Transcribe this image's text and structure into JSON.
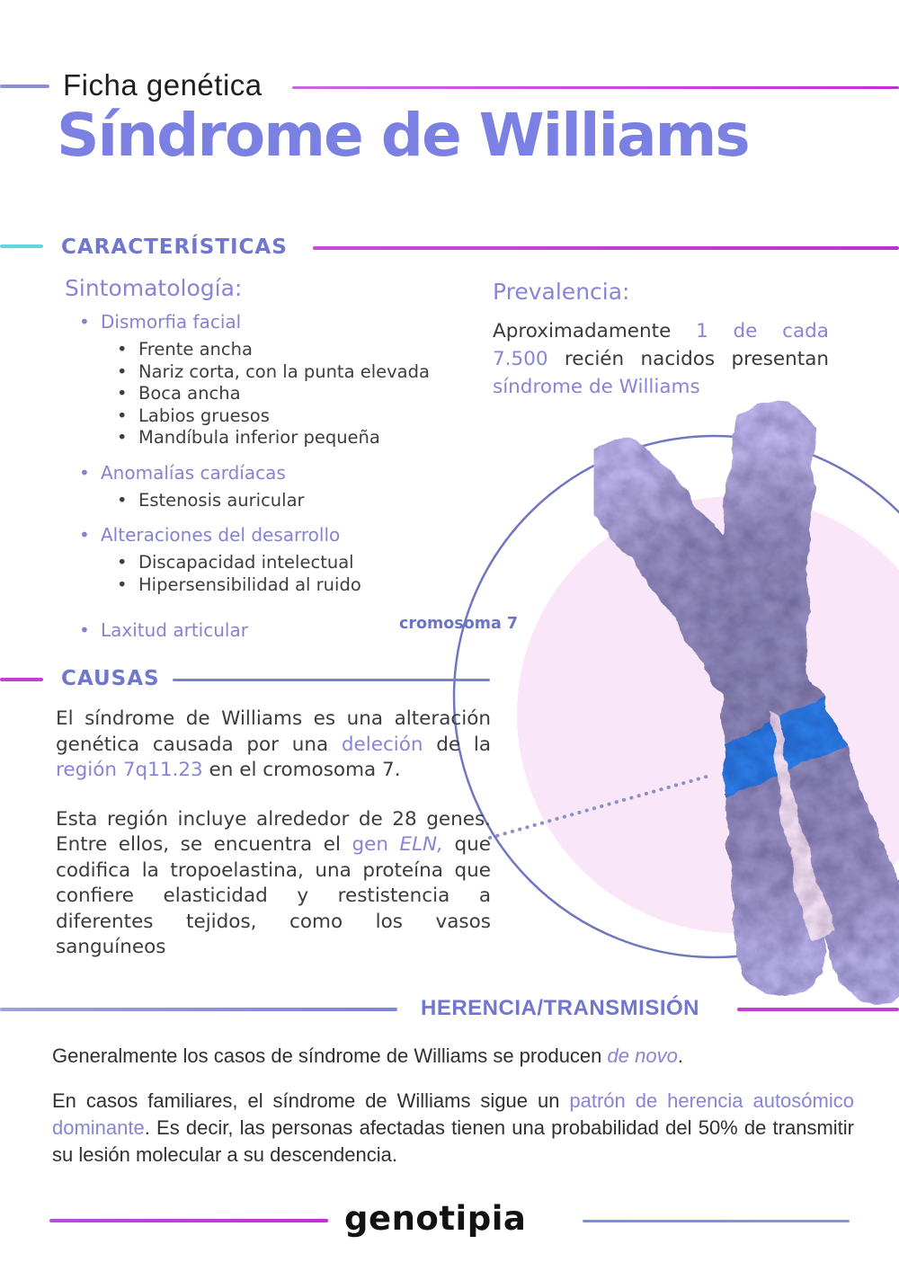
{
  "header": {
    "eyebrow": "Ficha genética",
    "title": "Síndrome de Williams"
  },
  "sections": {
    "caracteristicas": "CARACTERÍSTICAS",
    "causas": "CAUSAS",
    "herencia": "HERENCIA/TRANSMISIÓN"
  },
  "sintomatologia": {
    "label": "Sintomatología:",
    "groups": [
      {
        "label": "Dismorfia facial",
        "items": [
          "Frente ancha",
          "Nariz corta, con la punta elevada",
          "Boca ancha",
          "Labios gruesos",
          "Mandíbula inferior pequeña"
        ]
      },
      {
        "label": "Anomalías cardíacas",
        "items": [
          "Estenosis auricular"
        ]
      },
      {
        "label": "Alteraciones del desarrollo",
        "items": [
          "Discapacidad intelectual",
          "Hipersensibilidad al ruido"
        ]
      },
      {
        "label": "Laxitud articular",
        "items": []
      }
    ]
  },
  "prevalencia": {
    "label": "Prevalencia:",
    "segments": [
      {
        "t": "Aproximadamente "
      },
      {
        "t": "1 de cada 7.500",
        "hl": true
      },
      {
        "t": " recién nacidos presentan "
      },
      {
        "t": "síndrome de Williams",
        "hl": true
      }
    ]
  },
  "figure": {
    "label": "cromosoma 7"
  },
  "causas": {
    "p1": [
      {
        "t": "El síndrome de Williams es una alteración genética causada por una "
      },
      {
        "t": "deleción",
        "hl": true
      },
      {
        "t": " de la "
      },
      {
        "t": "región 7q11.23",
        "hl": true
      },
      {
        "t": " en el cromosoma 7."
      }
    ],
    "p2": [
      {
        "t": "Esta región incluye alrededor de 28 genes. Entre ellos, se encuentra el "
      },
      {
        "t": "gen ",
        "hl": true
      },
      {
        "t": "ELN,",
        "hl": true,
        "it": true
      },
      {
        "t": " que codifica la tropoelastina, una proteína que confiere elasticidad y restistencia a diferentes tejidos, como los vasos sanguíneos"
      }
    ]
  },
  "herencia": {
    "p1": [
      {
        "t": "Generalmente los casos de síndrome de Williams se producen "
      },
      {
        "t": "de novo",
        "hl": true,
        "it": true
      },
      {
        "t": "."
      }
    ],
    "p2": [
      {
        "t": "En casos familiares, el síndrome de Williams sigue un "
      },
      {
        "t": "patrón de herencia autosómico dominante",
        "hl": true
      },
      {
        "t": ". Es decir, las personas afectadas tienen una probabilidad del 50% de transmitir su lesión molecular a su descendencia."
      }
    ]
  },
  "footer": {
    "logo_text": "genotipia"
  },
  "colors": {
    "accent_purple": "#7b80e3",
    "heading_purple": "#7176ce",
    "list_purple": "#8682d2",
    "highlight_purple": "#8884d6",
    "magenta_line": "#c32fd6",
    "cyan_line": "#5ed7e2",
    "purple_line": "#8a8fd8",
    "body_text": "#3c3c3c",
    "pink_circle": "#f9e6f8",
    "ring_purple": "#7077c0",
    "chromosome_lavender": "#9a92c6",
    "band_blue": "#2b7de8",
    "logo_bar_colors": [
      "#5a8de6",
      "#64d3e8",
      "#d23ace",
      "#8d7de6"
    ]
  }
}
